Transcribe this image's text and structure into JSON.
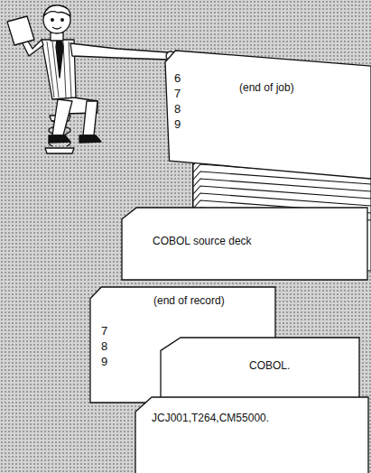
{
  "diagram": {
    "nodes": [
      {
        "text": [
          "6 7 8 9",
          "(end of job)"
        ]
      },
      {
        "text": [
          "COBOL source deck"
        ]
      },
      {
        "text": [
          "(end of record)",
          "7 8 9"
        ]
      },
      {
        "text": [
          "COBOL."
        ]
      },
      {
        "text": [
          "JCJ001,T264,CM55000."
        ]
      }
    ]
  }
}
